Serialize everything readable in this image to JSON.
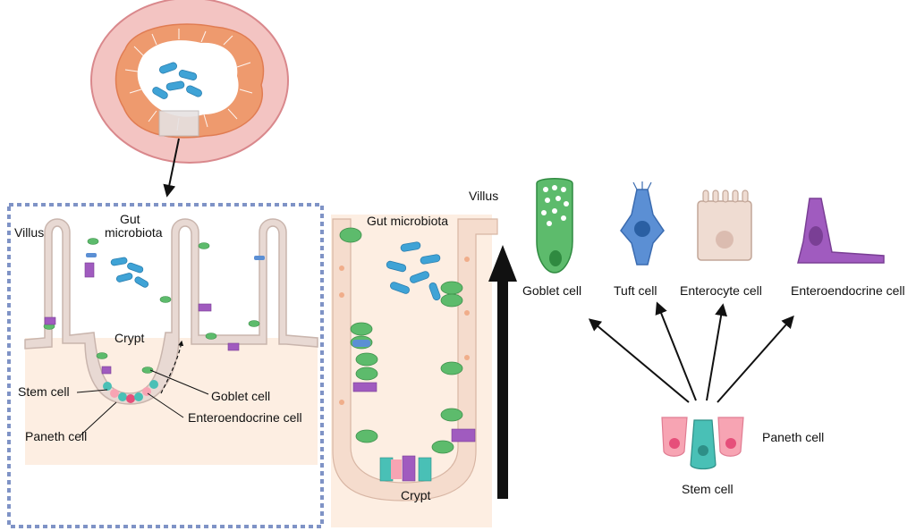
{
  "labels": {
    "villus_left": "Villus",
    "gut_microbiota_left_line1": "Gut",
    "gut_microbiota_left_line2": "microbiota",
    "crypt_left": "Crypt",
    "stem_cell_left": "Stem cell",
    "paneth_cell_left": "Paneth cell",
    "goblet_cell_left": "Goblet cell",
    "enteroendocrine_cell_left": "Enteroendocrine cell",
    "gut_microbiota_mid": "Gut microbiota",
    "crypt_mid": "Crypt",
    "villus_mid": "Villus",
    "goblet_cell_right": "Goblet cell",
    "tuft_cell_right": "Tuft cell",
    "enterocyte_cell_right": "Enterocyte cell",
    "enteroendocrine_cell_right": "Enteroendocrine cell",
    "paneth_cell_right": "Paneth cell",
    "stem_cell_right": "Stem cell"
  },
  "colors": {
    "ring_outer": "#f3c4c2",
    "muscle": "#ee9a6e",
    "lumen": "#ffffff",
    "tissue_bg": "#fdeee2",
    "epithelium": "#e8d9d3",
    "frame_dash": "#7f93c6",
    "bacteria": "#3fa3d6",
    "goblet": "#5dbb6c",
    "tuft": "#5b8fd4",
    "enterocyte": "#efdcd2",
    "enteroendocrine": "#a05bbf",
    "paneth": "#f7a4b3",
    "stem": "#49c0b6",
    "arrow": "#111111"
  },
  "icons": [
    "bacteria-icon",
    "goblet-cell-icon",
    "tuft-cell-icon",
    "enterocyte-cell-icon",
    "enteroendocrine-cell-icon",
    "paneth-cell-icon",
    "stem-cell-icon"
  ]
}
